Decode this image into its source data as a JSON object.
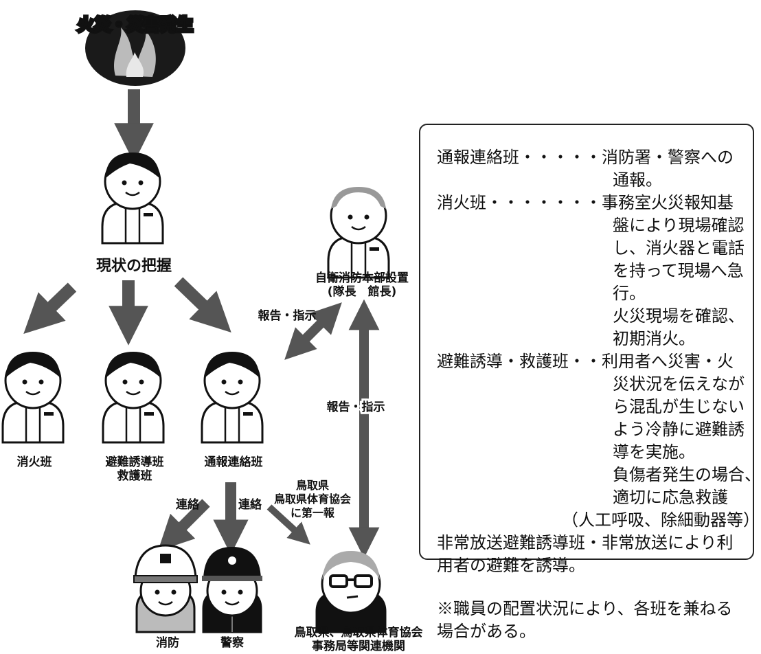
{
  "diagram": {
    "top_label": "火災・災害発生",
    "nodes": {
      "assess": "現状の把握",
      "hq_line1": "自衛消防本部設置",
      "hq_line2": "(隊長　館長)",
      "fire_team": "消火班",
      "evac_line1": "避難誘導班",
      "evac_line2": "救護班",
      "comm_team": "通報連絡班",
      "firefighters": "消防",
      "police": "警察",
      "pref_line1": "鳥取県、鳥取県体育協会",
      "pref_line2": "事務局等関連機関"
    },
    "edges": {
      "report_instruct_1": "報告・指示",
      "report_instruct_2": "報告・指示",
      "contact_1": "連絡",
      "contact_2": "連絡",
      "pref_msg_line1": "鳥取県",
      "pref_msg_line2": "鳥取県体育協会",
      "pref_msg_line3": "に第一報"
    }
  },
  "legend": {
    "lines": [
      "通報連絡班・・・・・消防署・警察への",
      "通報。",
      "消火班・・・・・・・事務室火災報知基",
      "盤により現場確認",
      "し、消火器と電話",
      "を持って現場へ急",
      "行。",
      "火災現場を確認、",
      "初期消火。",
      "避難誘導・救護班・・利用者へ災害・火",
      "災状況を伝えなが",
      "ら混乱が生じない",
      "よう冷静に避難誘",
      "導を実施。",
      "負傷者発生の場合、",
      "適切に応急救護",
      "（人工呼吸、除細動器等）",
      "非常放送避難誘導班・非常放送により利",
      "用者の避難を誘導。",
      "※職員の配置状況により、各班を兼ねる",
      "場合がある。"
    ]
  }
}
